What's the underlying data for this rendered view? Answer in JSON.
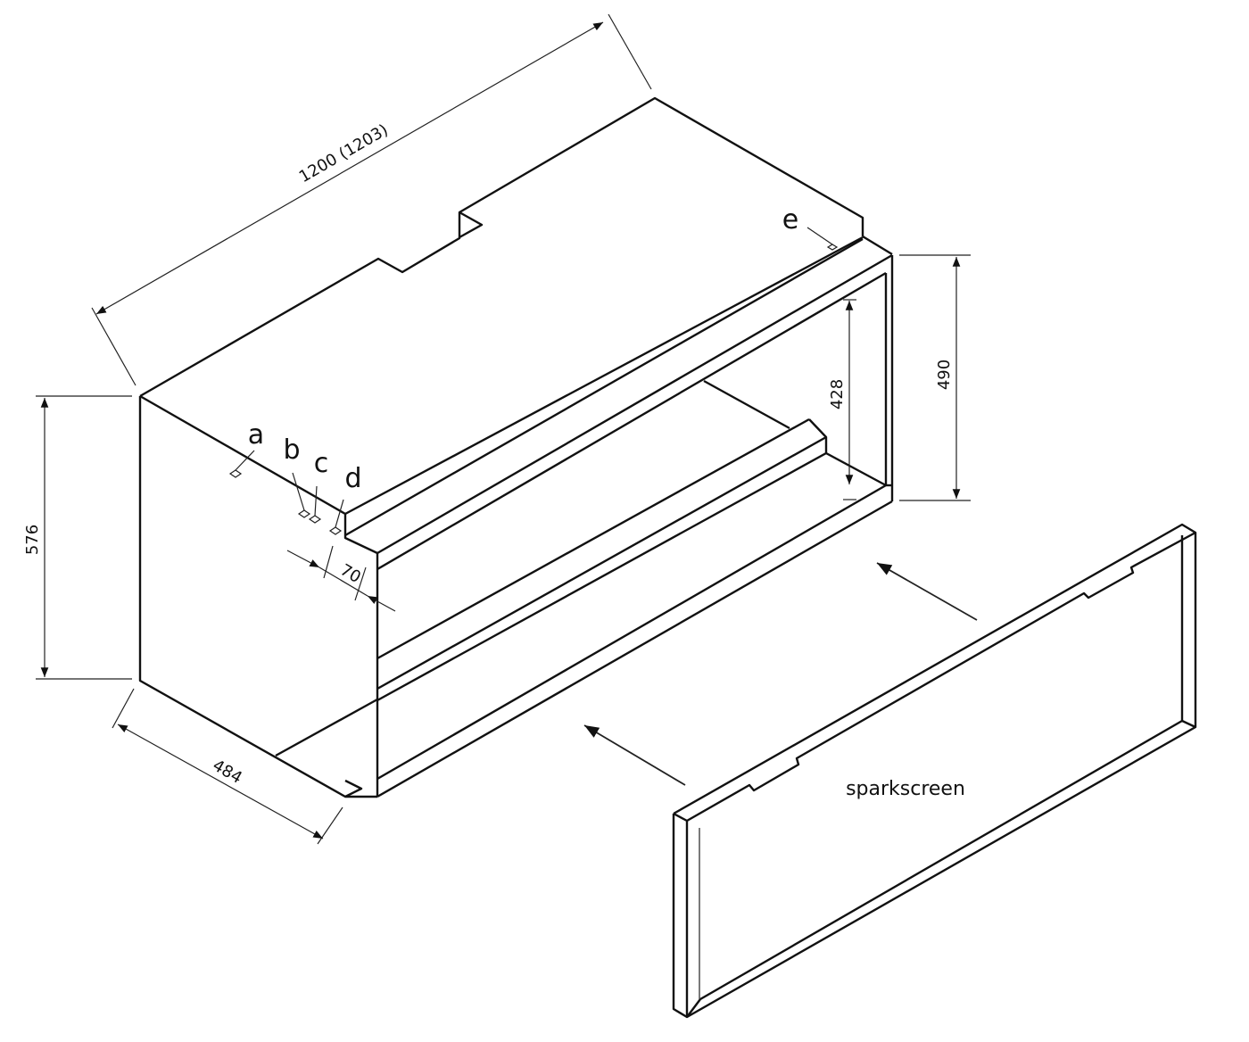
{
  "dimensions": {
    "length": "1200 (1203)",
    "height": "576",
    "depth": "484",
    "frame_height": "490",
    "opening_height": "428",
    "rail_depth": "70"
  },
  "labels": {
    "a": "a",
    "b": "b",
    "c": "c",
    "d": "d",
    "e": "e",
    "sparkscreen": "sparkscreen"
  },
  "colors": {
    "line": "#111111",
    "background": "#ffffff"
  }
}
